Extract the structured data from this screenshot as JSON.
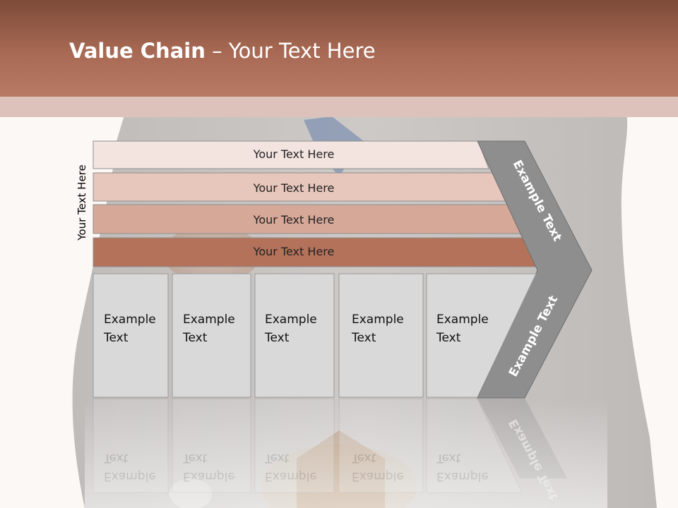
{
  "slide": {
    "title_bold": "Value Chain",
    "title_rest": " – Your Text Here",
    "side_label": "Your Text Here",
    "bars": [
      {
        "label": "Your Text Here",
        "color": "#f3e4e0"
      },
      {
        "label": "Your Text Here",
        "color": "#e7c6bb"
      },
      {
        "label": "Your Text Here",
        "color": "#d6a898"
      },
      {
        "label": "Your Text Here",
        "color": "#b4725b"
      }
    ],
    "boxes": [
      {
        "line1": "Example",
        "line2": "Text"
      },
      {
        "line1": "Example",
        "line2": "Text"
      },
      {
        "line1": "Example",
        "line2": "Text"
      },
      {
        "line1": "Example",
        "line2": "Text"
      },
      {
        "line1": "Example",
        "line2": "Text"
      }
    ],
    "chevron_upper": "Example Text",
    "chevron_lower": "Example Text"
  },
  "colors": {
    "header": "#a86a54",
    "box_fill": "#d9d9d9",
    "chevron_fill": "#8e8e8e"
  }
}
